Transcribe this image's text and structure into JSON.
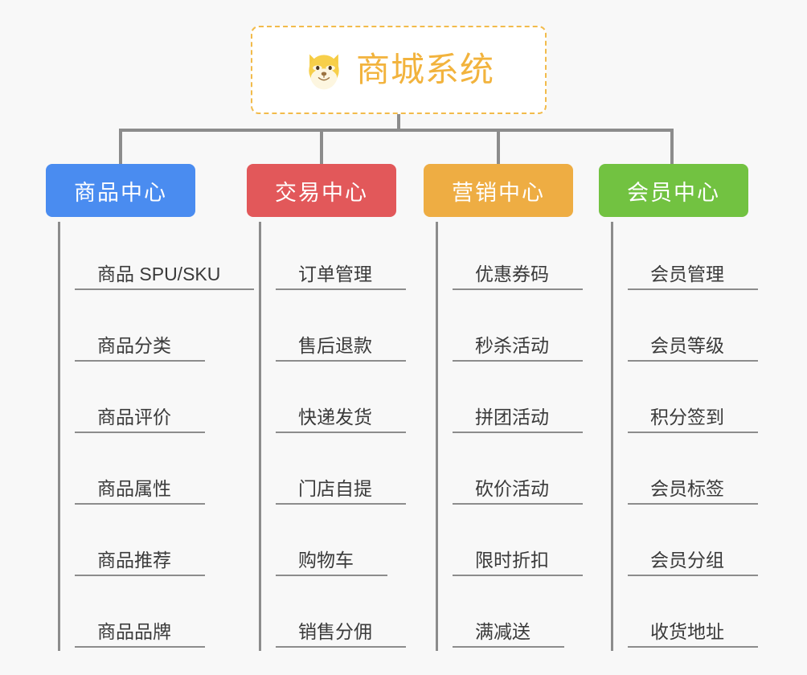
{
  "background_color": "#f8f8f8",
  "root": {
    "icon": "shiba-dog-face-emoji",
    "title": "商城系统",
    "title_color": "#f2b33d",
    "border_color": "#f2bb4b"
  },
  "connector_color": "#8c8c8c",
  "categories": [
    {
      "label": "商品中心",
      "color": "#4a8cf0",
      "items": [
        {
          "label": "商品 SPU/SKU"
        },
        {
          "label": "商品分类"
        },
        {
          "label": "商品评价"
        },
        {
          "label": "商品属性"
        },
        {
          "label": "商品推荐"
        },
        {
          "label": "商品品牌"
        }
      ]
    },
    {
      "label": "交易中心",
      "color": "#e2585a",
      "items": [
        {
          "label": "订单管理"
        },
        {
          "label": "售后退款"
        },
        {
          "label": "快递发货"
        },
        {
          "label": "门店自提"
        },
        {
          "label": "购物车"
        },
        {
          "label": "销售分佣"
        }
      ]
    },
    {
      "label": "营销中心",
      "color": "#eead43",
      "items": [
        {
          "label": "优惠券码"
        },
        {
          "label": "秒杀活动"
        },
        {
          "label": "拼团活动"
        },
        {
          "label": "砍价活动"
        },
        {
          "label": "限时折扣"
        },
        {
          "label": "满减送"
        }
      ]
    },
    {
      "label": "会员中心",
      "color": "#72c241",
      "items": [
        {
          "label": "会员管理"
        },
        {
          "label": "会员等级"
        },
        {
          "label": "积分签到"
        },
        {
          "label": "会员标签"
        },
        {
          "label": "会员分组"
        },
        {
          "label": "收货地址"
        }
      ]
    }
  ]
}
